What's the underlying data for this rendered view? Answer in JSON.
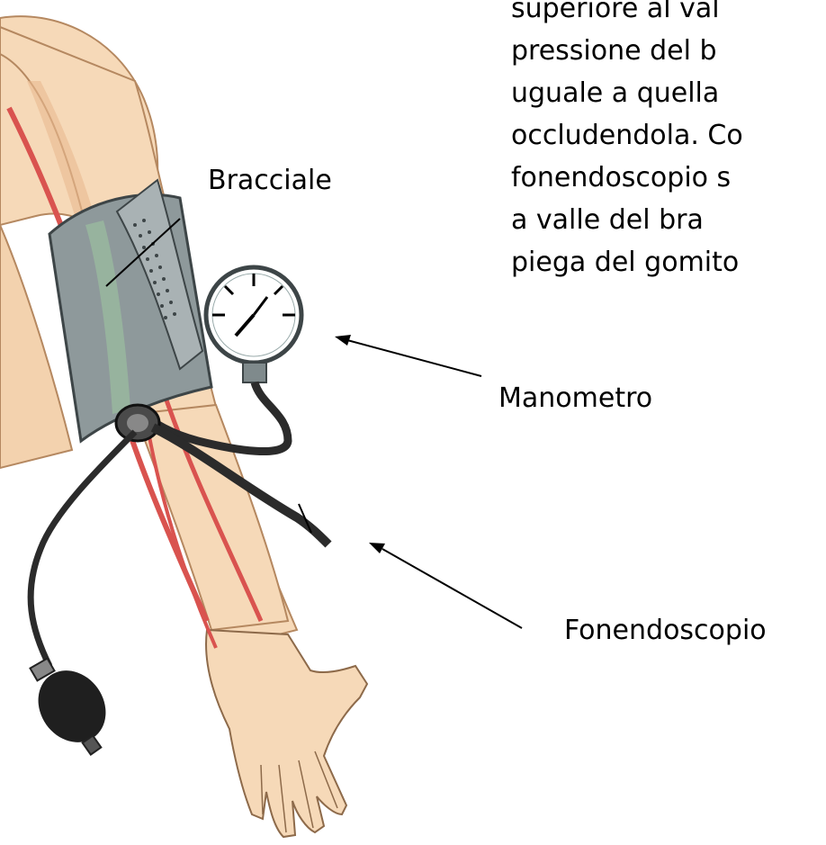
{
  "description_text": {
    "lines": [
      "superiore al val",
      "pressione del b",
      "uguale a quella",
      "occludendola. Co",
      "fonendoscopio s",
      "a valle del bra",
      "piega del gomito"
    ]
  },
  "labels": {
    "bracciale": "Bracciale",
    "manometro": "Manometro",
    "fonendoscopio": "Fonendoscopio"
  },
  "colors": {
    "skin": "#f6d9b8",
    "skin_shadow": "#e9b98f",
    "artery": "#d9534f",
    "cuff": "#8e999b",
    "cuff_dark": "#5f6a6c",
    "tube": "#2b2b2b",
    "bulb": "#1f1f1f",
    "gauge_face": "#ffffff"
  }
}
